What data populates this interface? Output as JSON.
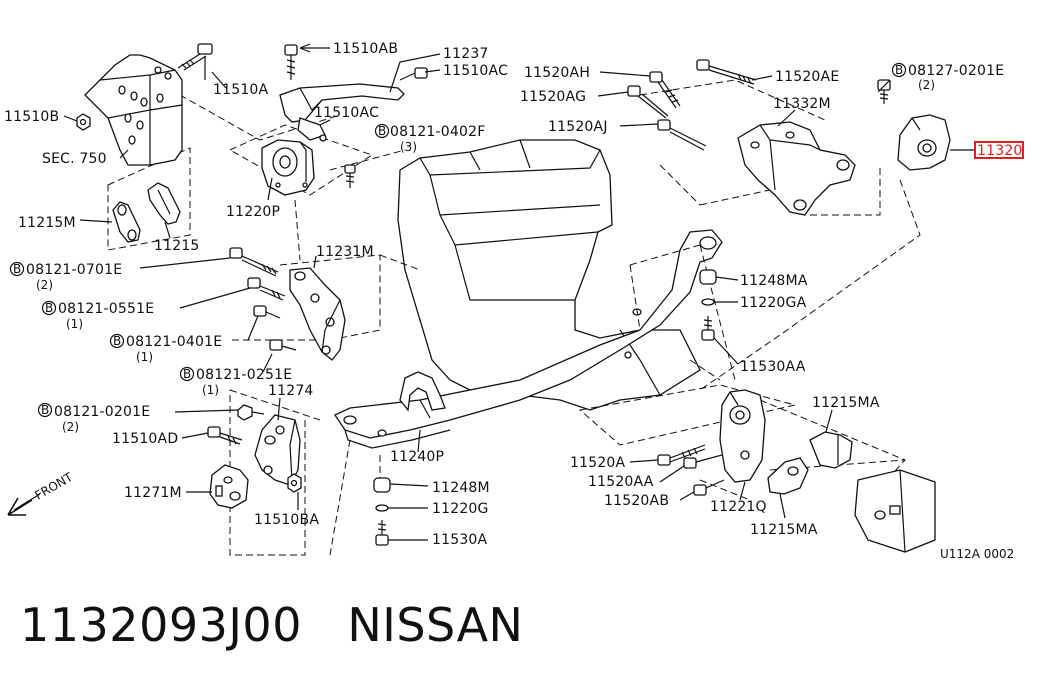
{
  "diagram": {
    "labels": {
      "l_11510AB": "11510AB",
      "l_11237": "11237",
      "l_11510AC_top": "11510AC",
      "l_11510A": "11510A",
      "l_11510B": "11510B",
      "l_11510AC_mid": "11510AC",
      "l_08121_0402F": "08121-0402F",
      "l_08121_0402F_q": "(3)",
      "l_sec750": "SEC. 750",
      "l_11220P": "11220P",
      "l_11215M": "11215M",
      "l_11215": "11215",
      "l_11231M": "11231M",
      "l_08121_0701E": "08121-0701E",
      "l_08121_0701E_q": "(2)",
      "l_08121_0551E": "08121-0551E",
      "l_08121_0551E_q": "(1)",
      "l_08121_0401E": "08121-0401E",
      "l_08121_0401E_q": "(1)",
      "l_08121_0251E": "08121-0251E",
      "l_08121_0251E_q": "(1)",
      "l_11274": "11274",
      "l_08121_0201E": "08121-0201E",
      "l_08121_0201E_q": "(2)",
      "l_11510AD": "11510AD",
      "l_11271M": "11271M",
      "l_11510BA": "11510BA",
      "l_front": "FRONT",
      "l_11240P": "11240P",
      "l_11248M": "11248M",
      "l_11220G": "11220G",
      "l_11530A": "11530A",
      "l_11520AH": "11520AH",
      "l_11520AG": "11520AG",
      "l_11520AJ": "11520AJ",
      "l_11520AE": "11520AE",
      "l_11332M": "11332M",
      "l_08127_0201E": "08127-0201E",
      "l_08127_0201E_q": "(2)",
      "l_11320": "11320",
      "l_11248MA": "11248MA",
      "l_11220GA": "11220GA",
      "l_11530AA": "11530AA",
      "l_11215MA_top": "11215MA",
      "l_11215MA_bot": "11215MA",
      "l_11520A": "11520A",
      "l_11520AA": "11520AA",
      "l_11520AB": "11520AB",
      "l_11221Q": "11221Q",
      "l_u112a": "U112A 0002"
    },
    "bolt_marker": "B",
    "highlight_color": "#e02020"
  },
  "caption": {
    "part_number": "1132093J00",
    "brand": "NISSAN"
  }
}
